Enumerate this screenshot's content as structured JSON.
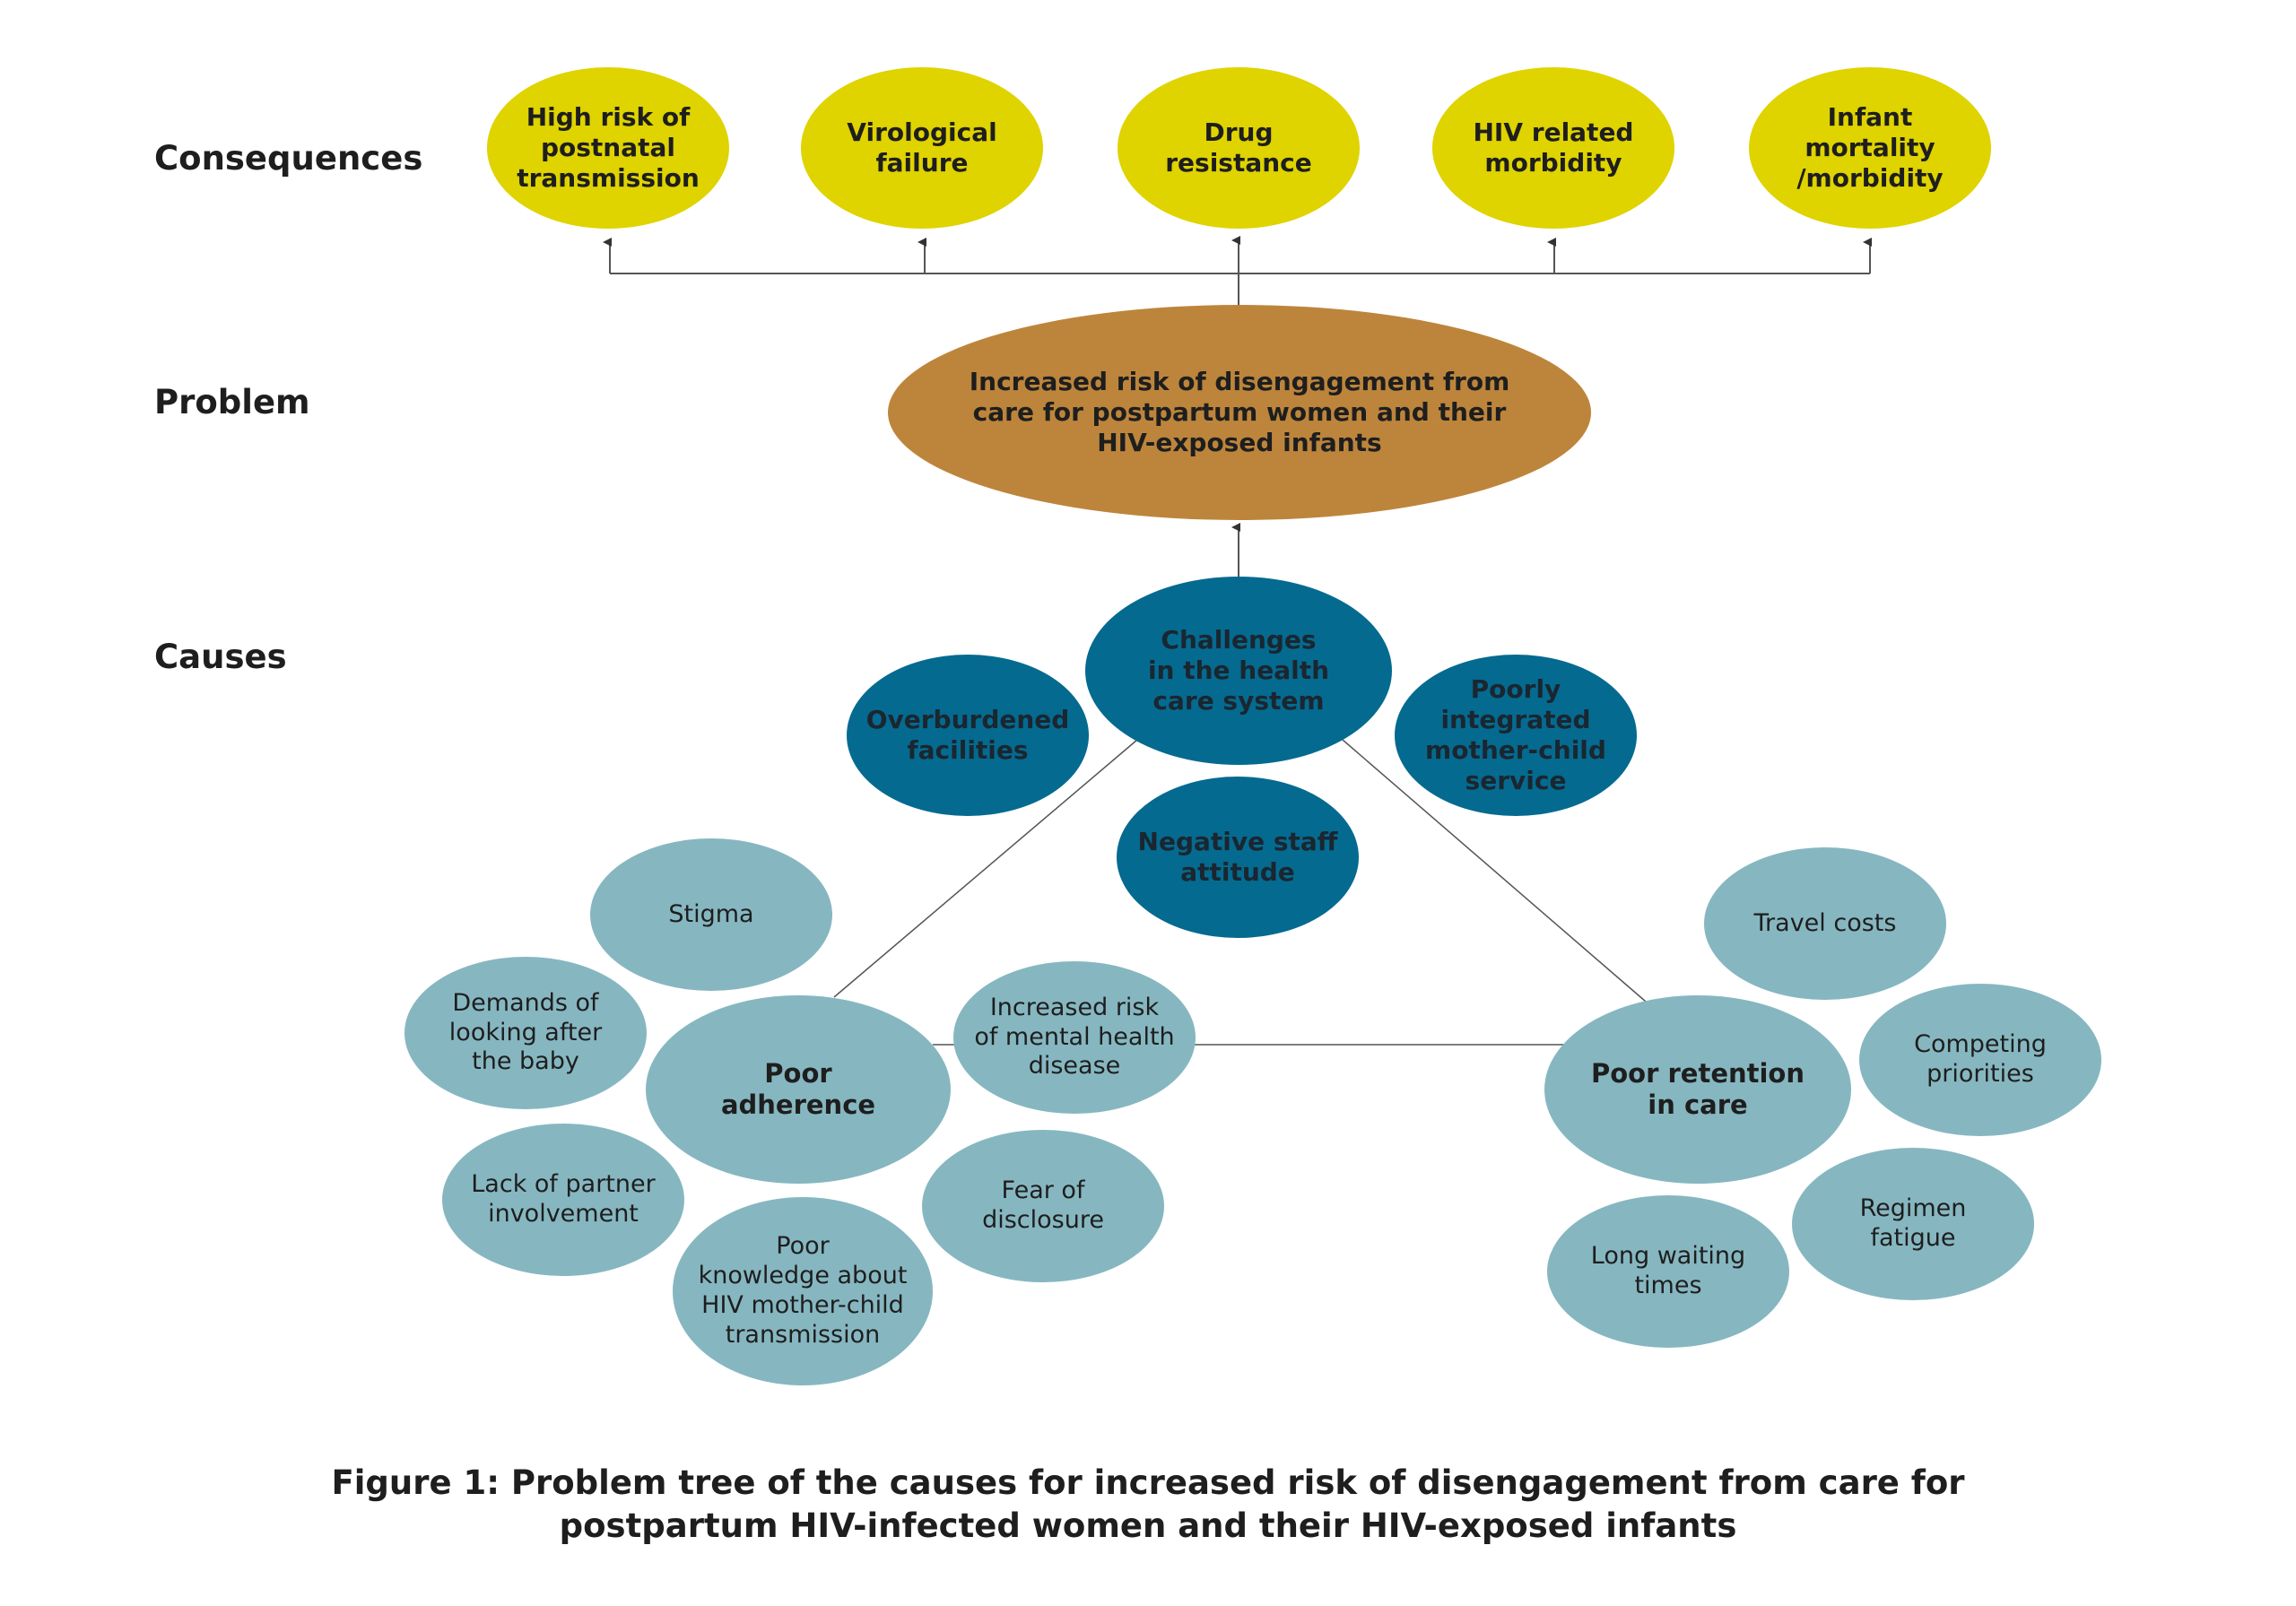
{
  "levels": {
    "consequences": "Consequences",
    "problem": "Problem",
    "causes": "Causes"
  },
  "consequences": [
    "High risk of\npostnatal\ntransmission",
    "Virological\nfailure",
    "Drug\nresistance",
    "HIV related\nmorbidity",
    "Infant mortality\n/morbidity"
  ],
  "problem": "Increased risk of disengagement from\ncare for postpartum women and their\nHIV-exposed infants",
  "health_system": {
    "main": "Challenges\nin the health\ncare system",
    "overburdened": "Overburdened\nfacilities",
    "poorly_integrated": "Poorly\nintegrated\nmother-child\nservice",
    "negative_staff": "Negative staff\nattitude"
  },
  "adherence": {
    "main": "Poor\nadherence",
    "stigma": "Stigma",
    "demands": "Demands of\nlooking after\nthe baby",
    "partner": "Lack of partner\ninvolvement",
    "knowledge": "Poor\nknowledge about\nHIV mother-child\ntransmission",
    "mental_health": "Increased risk\nof mental health\ndisease",
    "disclosure": "Fear of\ndisclosure"
  },
  "retention": {
    "main": "Poor retention\nin care",
    "travel": "Travel costs",
    "competing": "Competing\npriorities",
    "regimen": "Regimen\nfatigue",
    "waiting": "Long waiting\ntimes"
  },
  "caption": "Figure 1: Problem tree of the causes for increased risk of disengagement from care for\npostpartum HIV-infected women and their HIV-exposed infants",
  "colors": {
    "consequence": "#dfd300",
    "problem": "#bd853b",
    "health_system": "#056a8f",
    "cause_light": "#86b7c1",
    "connector": "#555555"
  }
}
